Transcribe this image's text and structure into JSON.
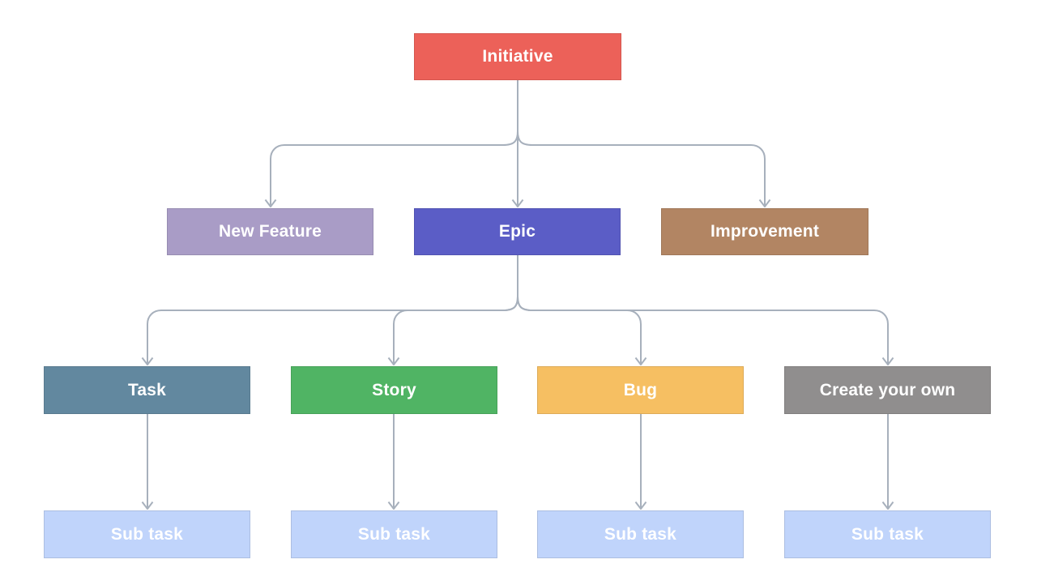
{
  "diagram": {
    "type": "flowchart-hierarchy",
    "background": "#FFFFFF",
    "connector_color": "#A7B0BC",
    "text_color": "#FFFFFF"
  },
  "nodes": {
    "initiative": {
      "label": "Initiative",
      "color": "#EC6159"
    },
    "new_feature": {
      "label": "New Feature",
      "color": "#A99CC6"
    },
    "epic": {
      "label": "Epic",
      "color": "#5B5DC6"
    },
    "improvement": {
      "label": "Improvement",
      "color": "#B28563"
    },
    "task": {
      "label": "Task",
      "color": "#62889F"
    },
    "story": {
      "label": "Story",
      "color": "#50B464"
    },
    "bug": {
      "label": "Bug",
      "color": "#F6BF62"
    },
    "create_your_own": {
      "label": "Create your own",
      "color": "#908E8E"
    },
    "subtask_1": {
      "label": "Sub task",
      "color": "#C0D4FB"
    },
    "subtask_2": {
      "label": "Sub task",
      "color": "#C0D4FB"
    },
    "subtask_3": {
      "label": "Sub task",
      "color": "#C0D4FB"
    },
    "subtask_4": {
      "label": "Sub task",
      "color": "#C0D4FB"
    }
  },
  "edges": [
    {
      "from": "Initiative",
      "to": "New Feature"
    },
    {
      "from": "Initiative",
      "to": "Epic"
    },
    {
      "from": "Initiative",
      "to": "Improvement"
    },
    {
      "from": "Epic",
      "to": "Task"
    },
    {
      "from": "Epic",
      "to": "Story"
    },
    {
      "from": "Epic",
      "to": "Bug"
    },
    {
      "from": "Epic",
      "to": "Create your own"
    },
    {
      "from": "Task",
      "to": "Sub task"
    },
    {
      "from": "Story",
      "to": "Sub task"
    },
    {
      "from": "Bug",
      "to": "Sub task"
    },
    {
      "from": "Create your own",
      "to": "Sub task"
    }
  ]
}
